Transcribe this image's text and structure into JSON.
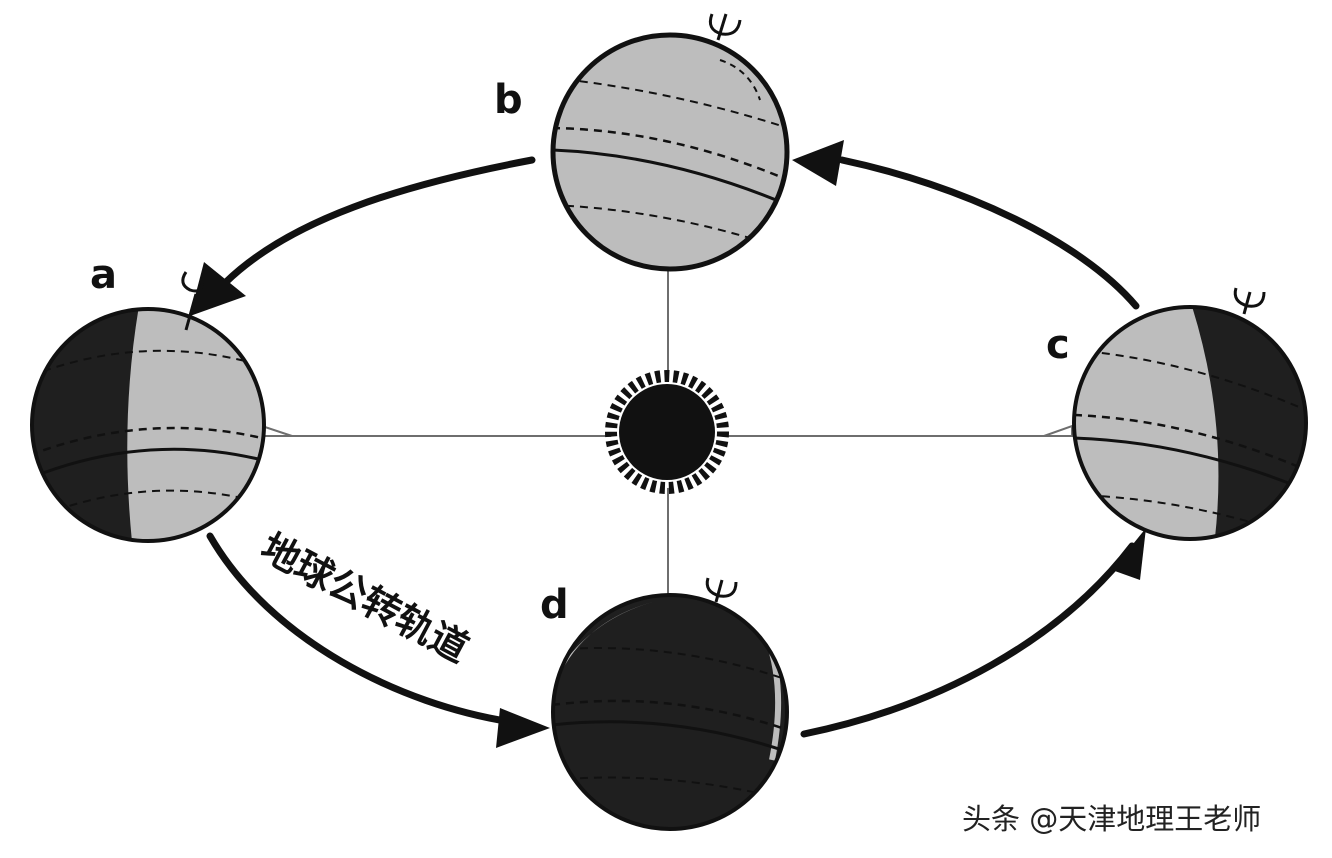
{
  "positions": {
    "a": "a",
    "b": "b",
    "c": "c",
    "d": "d"
  },
  "orbit_label": "地球公转轨道",
  "watermark": "头条 @天津地理王老师",
  "colors": {
    "night": "#1f1f1f",
    "day": "#bdbdbd",
    "stroke": "#111111",
    "axis_line": "#6e6e6e"
  }
}
